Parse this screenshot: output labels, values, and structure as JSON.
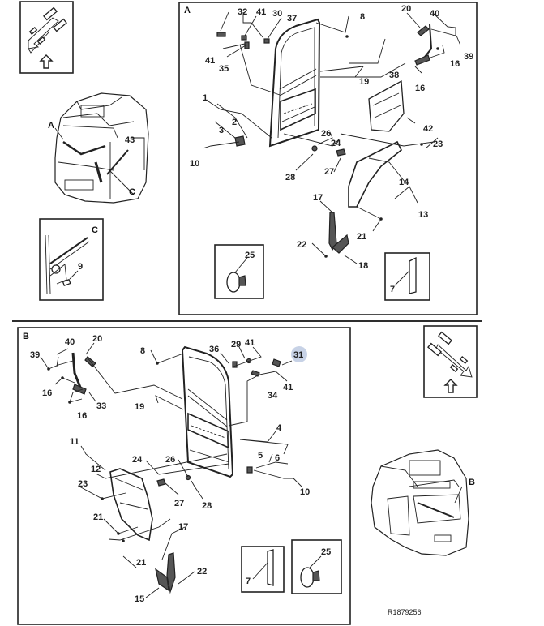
{
  "diagram": {
    "reference_code": "R1879256",
    "highlight_color": "#c7d2e6",
    "sections": {
      "A": {
        "label": "A",
        "callouts": [
          "32",
          "41",
          "30",
          "37",
          "8",
          "20",
          "40",
          "39",
          "16",
          "41",
          "35",
          "19",
          "38",
          "16",
          "42",
          "1",
          "2",
          "3",
          "26",
          "24",
          "23",
          "10",
          "28",
          "27",
          "14",
          "17",
          "13",
          "21",
          "22",
          "18",
          "25",
          "7"
        ]
      },
      "B": {
        "label": "B",
        "callouts": [
          "40",
          "20",
          "39",
          "8",
          "36",
          "29",
          "41",
          "31",
          "16",
          "33",
          "34",
          "41",
          "16",
          "19",
          "4",
          "11",
          "12",
          "24",
          "26",
          "5",
          "6",
          "23",
          "10",
          "27",
          "28",
          "21",
          "17",
          "21",
          "22",
          "15",
          "7",
          "25"
        ]
      },
      "C": {
        "label": "C",
        "callouts": [
          "9"
        ]
      }
    },
    "overview_A": {
      "labels": [
        "A",
        "43",
        "C"
      ]
    },
    "overview_B": {
      "labels": [
        "B"
      ]
    },
    "highlighted_callout": "31",
    "icons": [
      "direction-arrow-icon-left",
      "direction-arrow-icon-right"
    ]
  }
}
